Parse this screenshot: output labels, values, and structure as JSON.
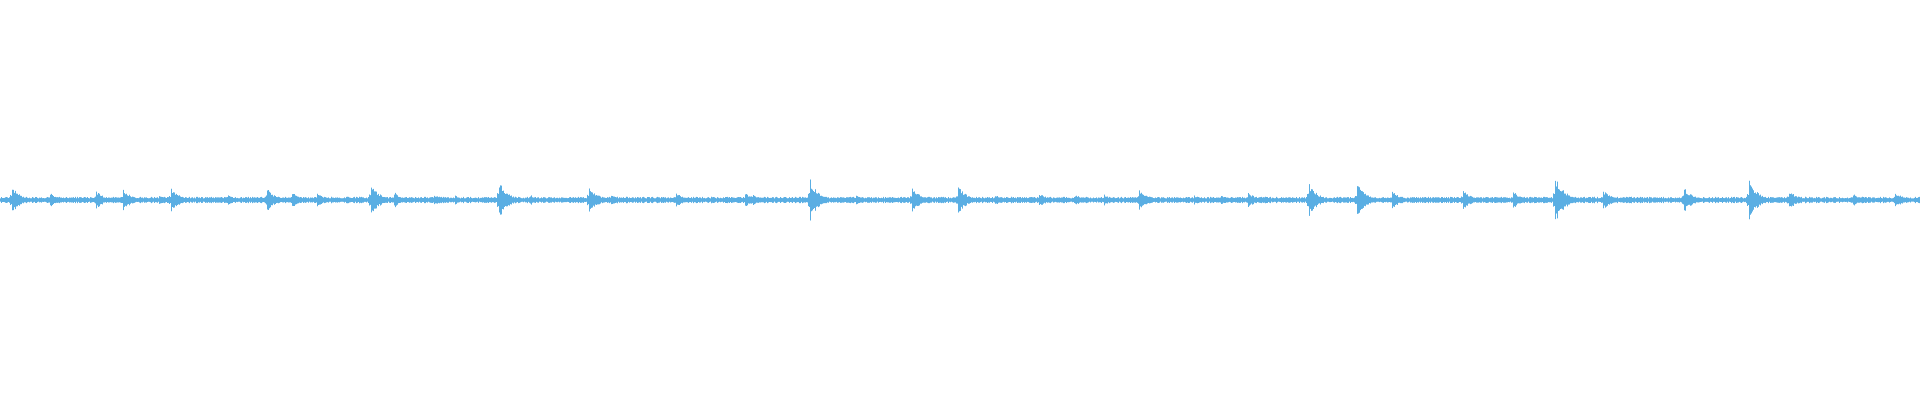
{
  "waveform": {
    "wave_color": "#5aaee3",
    "background_color": "#ffffff",
    "amplitude_scale": 0.05,
    "baseline_level": 0.0,
    "bursts": [
      {
        "t": 0.006,
        "a": 0.32
      },
      {
        "t": 0.026,
        "a": 0.18
      },
      {
        "t": 0.05,
        "a": 0.22
      },
      {
        "t": 0.064,
        "a": 0.26
      },
      {
        "t": 0.083,
        "a": 0.12
      },
      {
        "t": 0.089,
        "a": 0.3
      },
      {
        "t": 0.108,
        "a": 0.1
      },
      {
        "t": 0.119,
        "a": 0.12
      },
      {
        "t": 0.139,
        "a": 0.28
      },
      {
        "t": 0.152,
        "a": 0.2
      },
      {
        "t": 0.165,
        "a": 0.18
      },
      {
        "t": 0.193,
        "a": 0.38
      },
      {
        "t": 0.205,
        "a": 0.2
      },
      {
        "t": 0.226,
        "a": 0.15
      },
      {
        "t": 0.237,
        "a": 0.12
      },
      {
        "t": 0.26,
        "a": 0.48
      },
      {
        "t": 0.276,
        "a": 0.14
      },
      {
        "t": 0.307,
        "a": 0.32
      },
      {
        "t": 0.318,
        "a": 0.12
      },
      {
        "t": 0.352,
        "a": 0.18
      },
      {
        "t": 0.388,
        "a": 0.18
      },
      {
        "t": 0.392,
        "a": 0.14
      },
      {
        "t": 0.422,
        "a": 0.52
      },
      {
        "t": 0.446,
        "a": 0.14
      },
      {
        "t": 0.475,
        "a": 0.3
      },
      {
        "t": 0.499,
        "a": 0.34
      },
      {
        "t": 0.518,
        "a": 0.14
      },
      {
        "t": 0.541,
        "a": 0.18
      },
      {
        "t": 0.56,
        "a": 0.14
      },
      {
        "t": 0.575,
        "a": 0.14
      },
      {
        "t": 0.593,
        "a": 0.26
      },
      {
        "t": 0.622,
        "a": 0.12
      },
      {
        "t": 0.636,
        "a": 0.12
      },
      {
        "t": 0.65,
        "a": 0.2
      },
      {
        "t": 0.682,
        "a": 0.4
      },
      {
        "t": 0.707,
        "a": 0.4
      },
      {
        "t": 0.725,
        "a": 0.22
      },
      {
        "t": 0.762,
        "a": 0.24
      },
      {
        "t": 0.788,
        "a": 0.22
      },
      {
        "t": 0.81,
        "a": 0.62
      },
      {
        "t": 0.835,
        "a": 0.24
      },
      {
        "t": 0.877,
        "a": 0.3
      },
      {
        "t": 0.911,
        "a": 0.48
      },
      {
        "t": 0.932,
        "a": 0.24
      },
      {
        "t": 0.965,
        "a": 0.16
      },
      {
        "t": 0.987,
        "a": 0.2
      }
    ]
  }
}
